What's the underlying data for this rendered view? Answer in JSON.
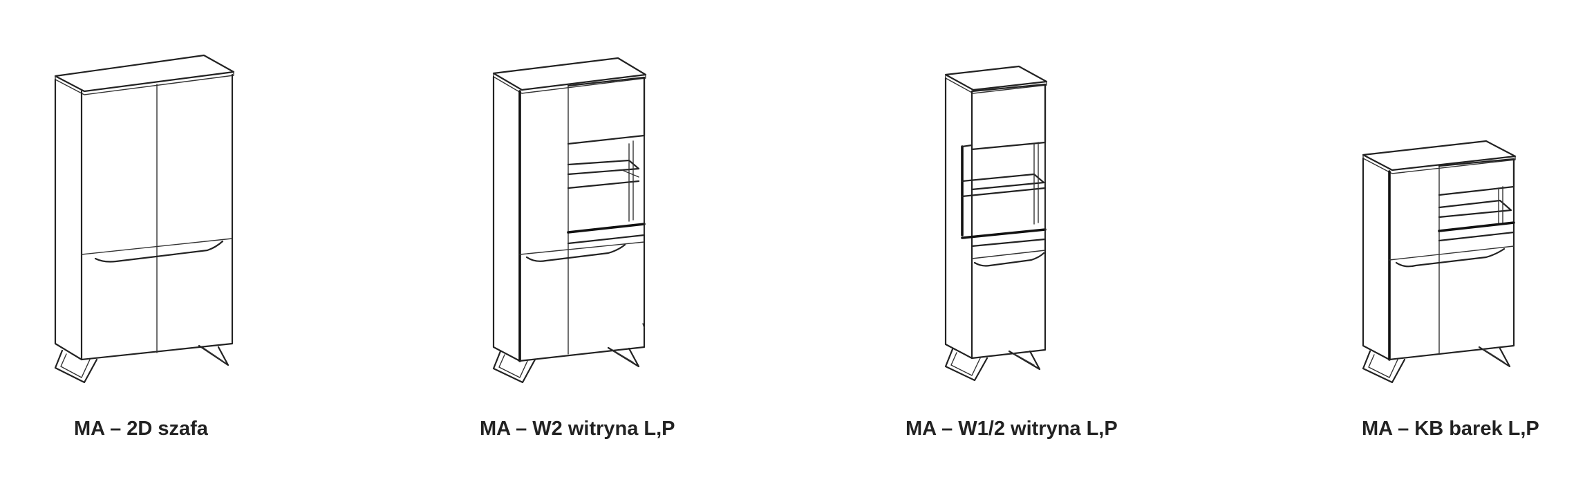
{
  "products": [
    {
      "name": "MA – 2D szafa"
    },
    {
      "name": "MA – W2 witryna L,P"
    },
    {
      "name": "MA – W1/2 witryna L,P"
    },
    {
      "name": "MA – KB barek L,P"
    }
  ],
  "colors": {
    "line": "#222222",
    "text": "#222222",
    "background": "#ffffff"
  }
}
